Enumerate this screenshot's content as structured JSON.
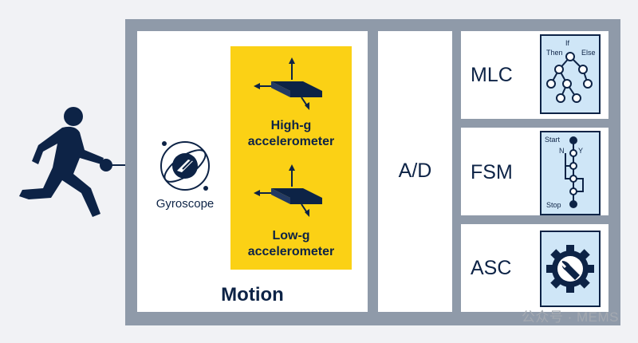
{
  "blocks": {
    "motion": "Motion",
    "ad": "A/D",
    "mlc": "MLC",
    "fsm": "FSM",
    "asc": "ASC"
  },
  "sensors": {
    "gyroscope": "Gyroscope",
    "high_g": [
      "High-g",
      "accelerometer"
    ],
    "low_g": [
      "Low-g",
      "accelerometer"
    ]
  },
  "mlc_tree": {
    "root": "If",
    "left": "Then",
    "right": "Else"
  },
  "fsm_chart": {
    "start": "Start",
    "no": "N",
    "yes": "Y",
    "stop": "Stop"
  },
  "watermark": "公众号 · MEMS",
  "colors": {
    "navy": "#0d2346",
    "yellow": "#fbd115",
    "frame": "#8f9aa9",
    "icon_bg": "#cfe6f7"
  }
}
